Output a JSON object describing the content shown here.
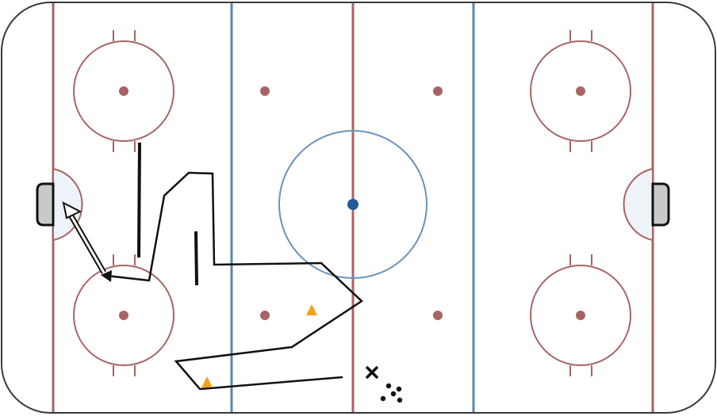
{
  "diagram": {
    "type": "hockey-rink-drill",
    "orientation": "horizontal",
    "colors": {
      "background": "#ffffff",
      "boards": "#3a3a3a",
      "red_line": "#a86464",
      "blue_line": "#5b86b0",
      "circle_red": "#a86464",
      "center_circle": "#6a92b8",
      "center_dot": "#1f5a9c",
      "crease_fill": "#eef3fa",
      "net_fill": "#c9c9c9",
      "skater_path": "#111111",
      "pass_arrow": "#111111",
      "player_marker": "#f2a21a",
      "puck": "#111111"
    },
    "icons": {
      "players": "triangle-icon",
      "coach": "x-mark-icon",
      "pucks": "puck-pile-icon"
    },
    "players_count": 2,
    "puck_count": 5
  }
}
